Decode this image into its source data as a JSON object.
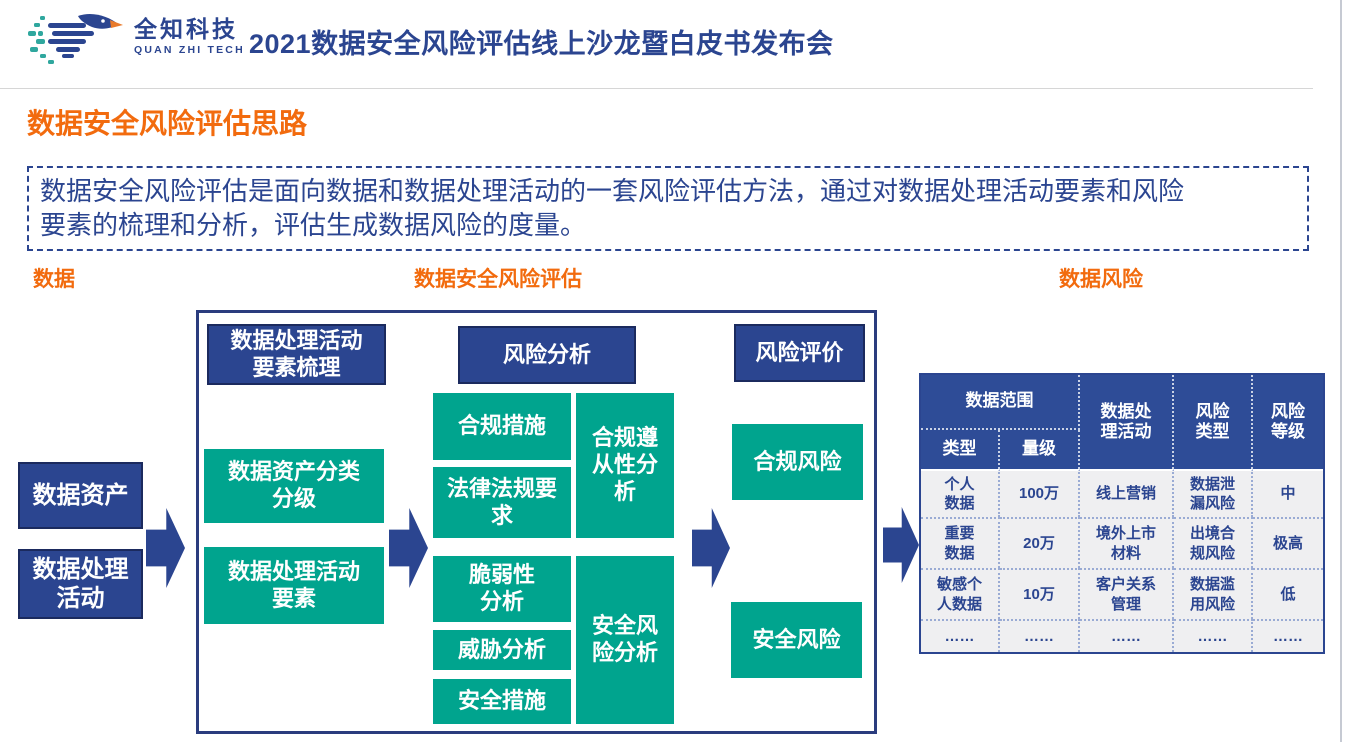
{
  "header": {
    "logo_name": "全知科技",
    "logo_subname": "QUAN ZHI TECH",
    "title": "2021数据安全风险评估线上沙龙暨白皮书发布会"
  },
  "section": {
    "heading": "数据安全风险评估思路",
    "description": "数据安全风险评估是面向数据和数据处理活动的一套风险评估方法，通过对数据处理活动要素和风险\n要素的梳理和分析，评估生成数据风险的度量。"
  },
  "column_labels": {
    "data": "数据",
    "assessment": "数据安全风险评估",
    "risk": "数据风险"
  },
  "flow": {
    "inputs": [
      {
        "label": "数据资产"
      },
      {
        "label": "数据处理\n活动"
      }
    ],
    "stage1": {
      "header": "数据处理活动\n要素梳理",
      "items": [
        "数据资产分类\n分级",
        "数据处理活动\n要素"
      ]
    },
    "stage2": {
      "header": "风险分析",
      "items": [
        "合规措施",
        "法律法规要\n求",
        "脆弱性\n分析",
        "威胁分析",
        "安全措施"
      ],
      "side": [
        "合规遵\n从性分\n析",
        "安全风\n险分析"
      ]
    },
    "stage3": {
      "header": "风险评价",
      "items": [
        "合规风险",
        "安全风险"
      ]
    }
  },
  "table": {
    "group_header": "数据范围",
    "col_type": "类型",
    "col_scale": "量级",
    "col_activity": "数据处\n理活动",
    "col_risk_type": "风险\n类型",
    "col_risk_level": "风险\n等级",
    "rows": [
      [
        "个人\n数据",
        "100万",
        "线上营销",
        "数据泄\n漏风险",
        "中"
      ],
      [
        "重要\n数据",
        "20万",
        "境外上市\n材料",
        "出境合\n规风险",
        "极高"
      ],
      [
        "敏感个\n人数据",
        "10万",
        "客户关系\n管理",
        "数据滥\n用风险",
        "低"
      ],
      [
        "……",
        "……",
        "……",
        "……",
        "……"
      ]
    ]
  },
  "colors": {
    "navy": "#2B4590",
    "teal": "#00A48E",
    "orange": "#F26B0E",
    "table_body_bg": "#EFEFF1"
  }
}
